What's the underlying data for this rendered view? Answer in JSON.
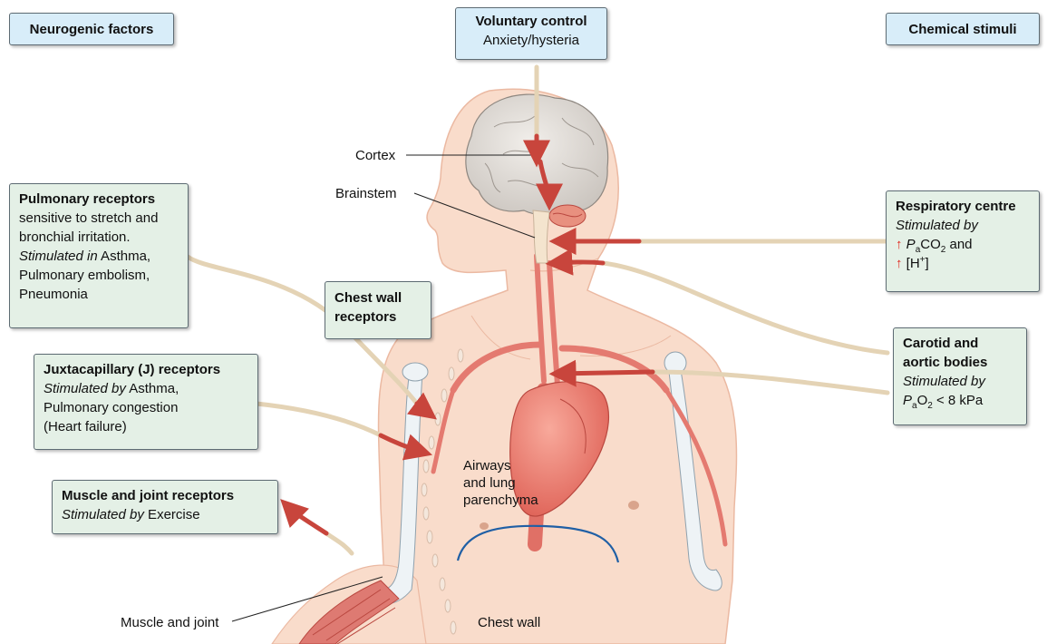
{
  "headers": {
    "neurogenic": "Neurogenic factors",
    "chemical": "Chemical stimuli"
  },
  "voluntary": {
    "title": "Voluntary control",
    "text": "Anxiety/hysteria"
  },
  "pulmonary": {
    "title": "Pulmonary receptors",
    "line1": "sensitive to stretch and",
    "line2": "bronchial irritation.",
    "line3_italic": "Stimulated in",
    "line3_rest": " Asthma,",
    "line4": "Pulmonary embolism,",
    "line5": "Pneumonia"
  },
  "chest_wall_receptors": {
    "line1": "Chest wall",
    "line2": "receptors"
  },
  "juxtacapillary": {
    "title": "Juxtacapillary (J) receptors",
    "line1_italic": "Stimulated by",
    "line1_rest": " Asthma,",
    "line2": "Pulmonary congestion",
    "line3": "(Heart failure)"
  },
  "muscle": {
    "title": "Muscle and joint receptors",
    "line1_italic": "Stimulated by",
    "line1_rest": " Exercise"
  },
  "respiratory": {
    "title": "Respiratory centre",
    "line1": "Stimulated by",
    "arrow": "↑",
    "p": "P",
    "sub_a": "a",
    "co": "CO",
    "sub_2": "2",
    "and": " and",
    "h_open": "[H",
    "plus": "+",
    "h_close": "]"
  },
  "carotid": {
    "line1": "Carotid and",
    "line2": "aortic bodies",
    "line3": "Stimulated by",
    "p": "P",
    "sub_a": "a",
    "o": "O",
    "sub_2": "2",
    "rest": " < 8 kPa"
  },
  "labels": {
    "cortex": "Cortex",
    "brainstem": "Brainstem",
    "airways1": "Airways",
    "airways2": "and lung",
    "airways3": "parenchyma",
    "muscle_joint": "Muscle and joint",
    "chest_wall": "Chest wall"
  },
  "colors": {
    "skin": "#f9dccb",
    "arrow_red": "#c8453c",
    "pathway_tan": "#e4d3b5",
    "header_blue": "#d8edf9",
    "box_green": "#e4f0e6",
    "diaphragm": "#1f5fa5"
  }
}
